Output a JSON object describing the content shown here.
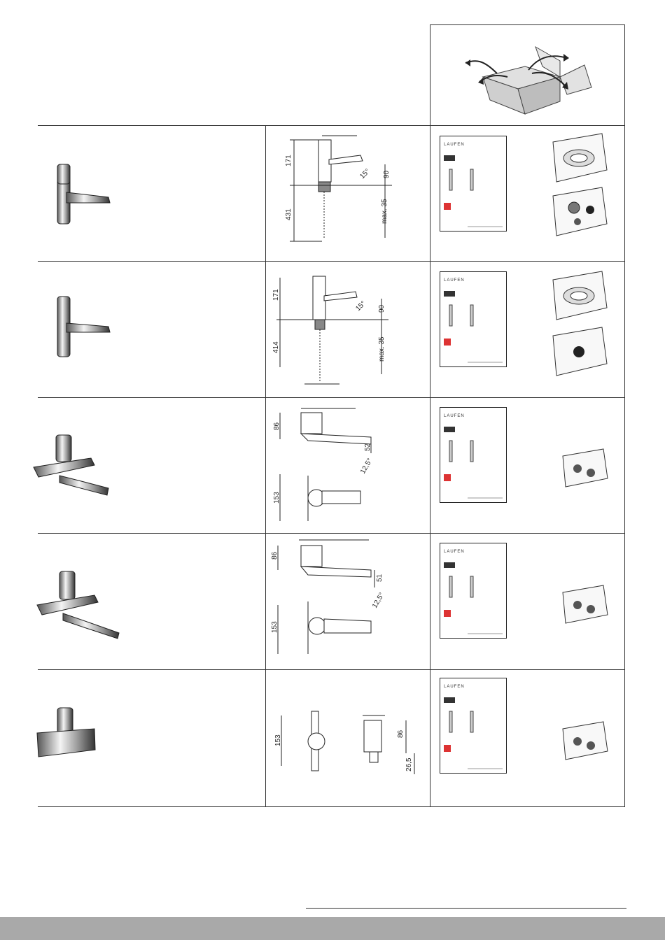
{
  "manual_brand": "LAUFEN",
  "rows": [
    {
      "id": "row1",
      "dims": [
        "171",
        "90",
        "431",
        "15°",
        "max. 35"
      ]
    },
    {
      "id": "row2",
      "dims": [
        "171",
        "90",
        "414",
        "15°",
        "max. 35"
      ]
    },
    {
      "id": "row3",
      "dims": [
        "86",
        "52",
        "12,5°",
        "153"
      ]
    },
    {
      "id": "row4",
      "dims": [
        "86",
        "51",
        "12,5°",
        "153"
      ]
    },
    {
      "id": "row5",
      "dims": [
        "153",
        "86",
        "26,5"
      ]
    }
  ]
}
